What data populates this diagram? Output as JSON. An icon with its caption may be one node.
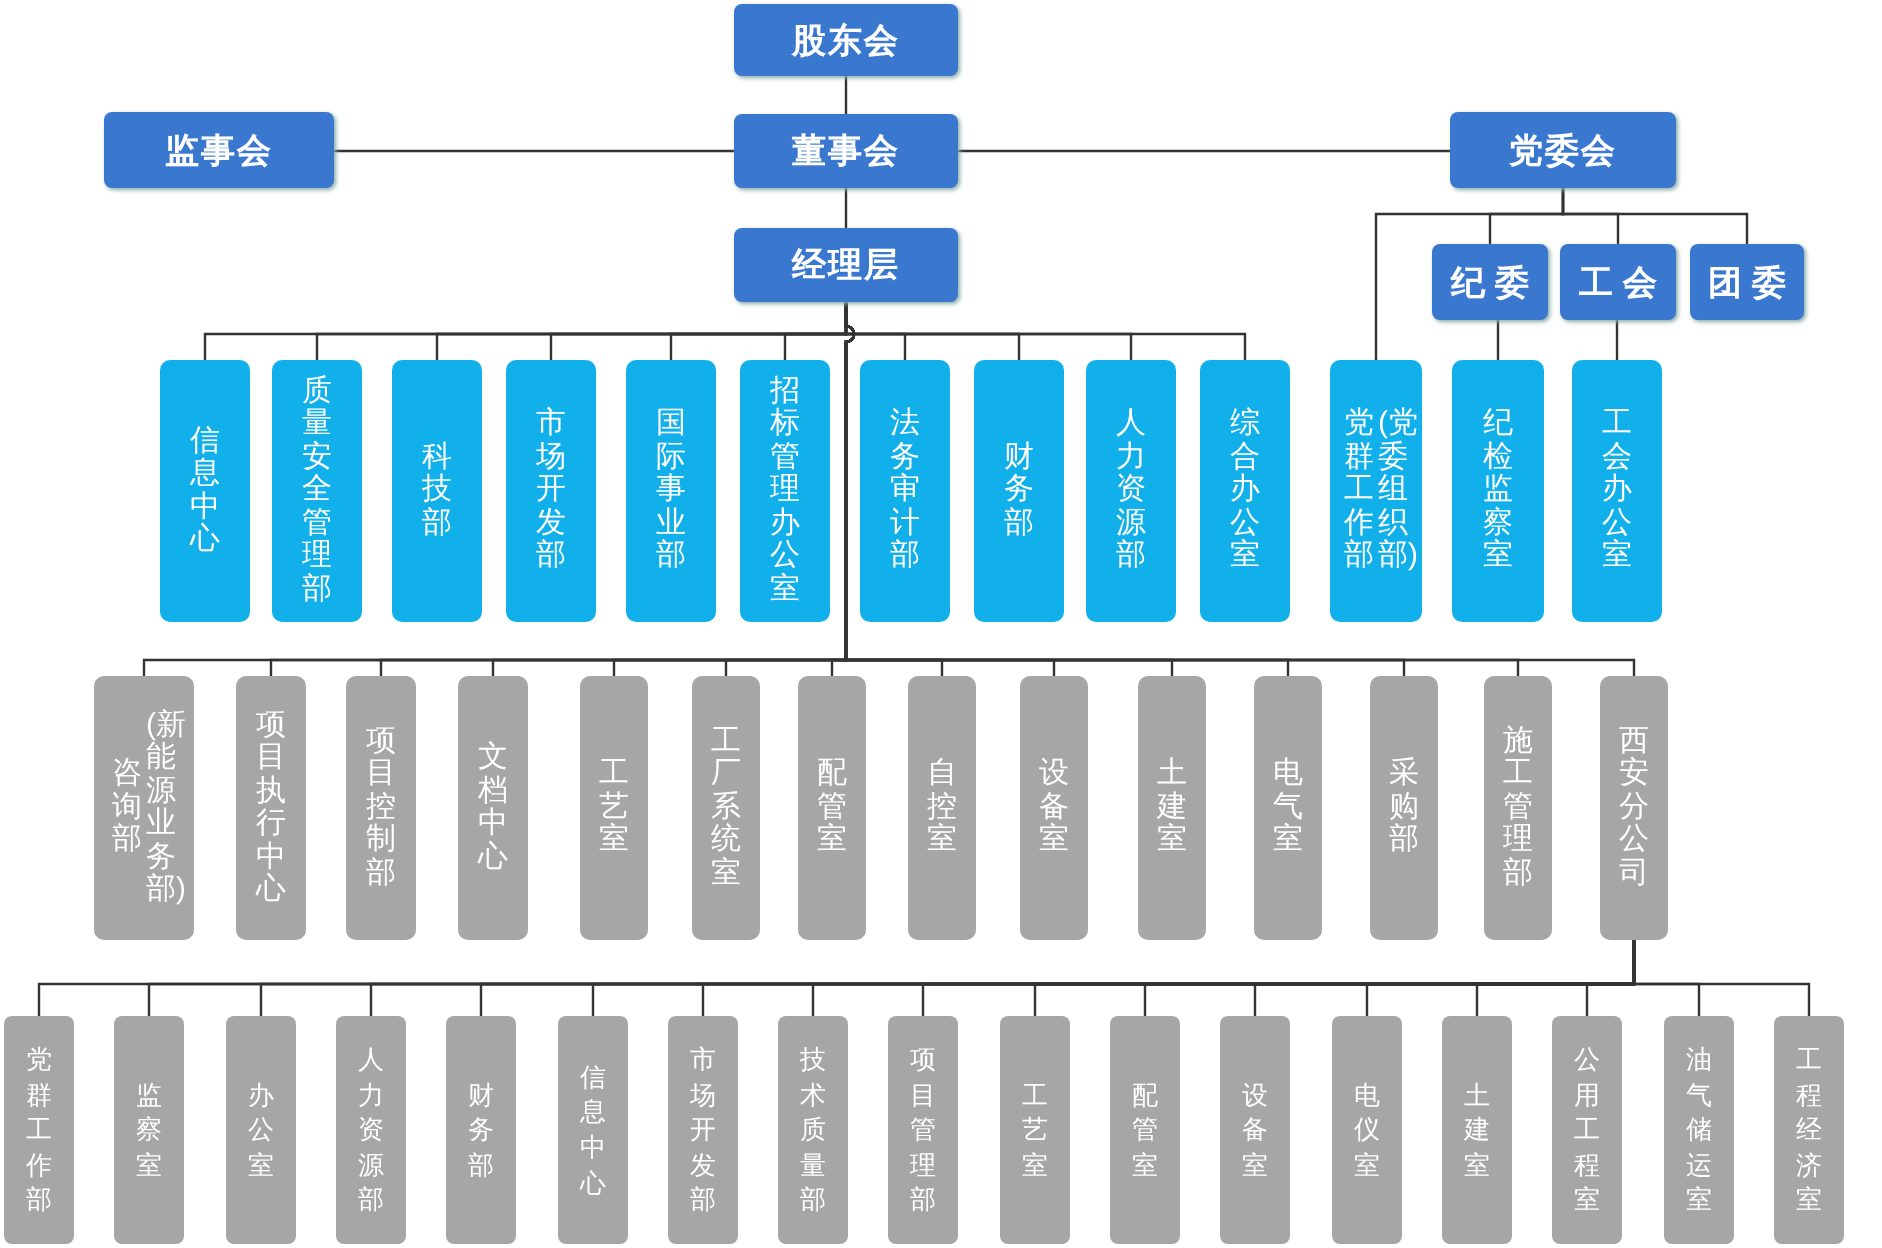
{
  "diagram": {
    "nodes": [
      {
        "text": [
          "股东会"
        ]
      },
      {
        "text": [
          "监事会"
        ]
      },
      {
        "text": [
          "董事会"
        ]
      },
      {
        "text": [
          "党委会"
        ]
      },
      {
        "text": [
          "经理层"
        ]
      },
      {
        "text": [
          "纪委"
        ]
      },
      {
        "text": [
          "工会"
        ]
      },
      {
        "text": [
          "团委"
        ]
      },
      {
        "text": [
          "信息中心"
        ]
      },
      {
        "text": [
          "质量安全管理部"
        ]
      },
      {
        "text": [
          "科技部"
        ]
      },
      {
        "text": [
          "市场开发部"
        ]
      },
      {
        "text": [
          "国际事业部"
        ]
      },
      {
        "text": [
          "招标管理办公室"
        ]
      },
      {
        "text": [
          "法务审计部"
        ]
      },
      {
        "text": [
          "财务部"
        ]
      },
      {
        "text": [
          "人力资源部"
        ]
      },
      {
        "text": [
          "综合办公室"
        ]
      },
      {
        "text": [
          "党群工作部",
          "(党委组织部)"
        ]
      },
      {
        "text": [
          "纪检监察室"
        ]
      },
      {
        "text": [
          "工会办公室"
        ]
      },
      {
        "text": [
          "咨询部",
          "(新能源业务部)"
        ]
      },
      {
        "text": [
          "项目执行中心"
        ]
      },
      {
        "text": [
          "项目控制部"
        ]
      },
      {
        "text": [
          "文档中心"
        ]
      },
      {
        "text": [
          "工艺室"
        ]
      },
      {
        "text": [
          "工厂系统室"
        ]
      },
      {
        "text": [
          "配管室"
        ]
      },
      {
        "text": [
          "自控室"
        ]
      },
      {
        "text": [
          "设备室"
        ]
      },
      {
        "text": [
          "土建室"
        ]
      },
      {
        "text": [
          "电气室"
        ]
      },
      {
        "text": [
          "采购部"
        ]
      },
      {
        "text": [
          "施工管理部"
        ]
      },
      {
        "text": [
          "西安分公司"
        ]
      },
      {
        "text": [
          "党群工作部"
        ]
      },
      {
        "text": [
          "监察室"
        ]
      },
      {
        "text": [
          "办公室"
        ]
      },
      {
        "text": [
          "人力资源部"
        ]
      },
      {
        "text": [
          "财务部"
        ]
      },
      {
        "text": [
          "信息中心"
        ]
      },
      {
        "text": [
          "市场开发部"
        ]
      },
      {
        "text": [
          "技术质量部"
        ]
      },
      {
        "text": [
          "项目管理部"
        ]
      },
      {
        "text": [
          "工艺室"
        ]
      },
      {
        "text": [
          "配管室"
        ]
      },
      {
        "text": [
          "设备室"
        ]
      },
      {
        "text": [
          "电仪室"
        ]
      },
      {
        "text": [
          "土建室"
        ]
      },
      {
        "text": [
          "公用工程室"
        ]
      },
      {
        "text": [
          "油气储运室"
        ]
      },
      {
        "text": [
          "工程经济室"
        ]
      }
    ],
    "edges": [
      {
        "from": 0,
        "to": 2,
        "arrow": "none"
      },
      {
        "from": 2,
        "to": 1,
        "arrow": "none"
      },
      {
        "from": 2,
        "to": 3,
        "arrow": "none"
      },
      {
        "from": 2,
        "to": 4,
        "arrow": "none"
      },
      {
        "from": 3,
        "to": 18,
        "arrow": "none"
      },
      {
        "from": 3,
        "to": 5,
        "arrow": "none"
      },
      {
        "from": 3,
        "to": 6,
        "arrow": "none"
      },
      {
        "from": 3,
        "to": 7,
        "arrow": "none"
      },
      {
        "from": 5,
        "to": 19,
        "arrow": "none"
      },
      {
        "from": 6,
        "to": 20,
        "arrow": "none"
      },
      {
        "from": 4,
        "to": 8,
        "arrow": "none"
      },
      {
        "from": 4,
        "to": 9,
        "arrow": "none"
      },
      {
        "from": 4,
        "to": 10,
        "arrow": "none"
      },
      {
        "from": 4,
        "to": 11,
        "arrow": "none"
      },
      {
        "from": 4,
        "to": 12,
        "arrow": "none"
      },
      {
        "from": 4,
        "to": 13,
        "arrow": "none"
      },
      {
        "from": 4,
        "to": 14,
        "arrow": "none"
      },
      {
        "from": 4,
        "to": 15,
        "arrow": "none"
      },
      {
        "from": 4,
        "to": 16,
        "arrow": "none"
      },
      {
        "from": 4,
        "to": 17,
        "arrow": "none"
      },
      {
        "from": 4,
        "to": 21,
        "arrow": "none"
      },
      {
        "from": 4,
        "to": 22,
        "arrow": "none"
      },
      {
        "from": 4,
        "to": 23,
        "arrow": "none"
      },
      {
        "from": 4,
        "to": 24,
        "arrow": "none"
      },
      {
        "from": 4,
        "to": 25,
        "arrow": "none"
      },
      {
        "from": 4,
        "to": 26,
        "arrow": "none"
      },
      {
        "from": 4,
        "to": 27,
        "arrow": "none"
      },
      {
        "from": 4,
        "to": 28,
        "arrow": "none"
      },
      {
        "from": 4,
        "to": 29,
        "arrow": "none"
      },
      {
        "from": 4,
        "to": 30,
        "arrow": "none"
      },
      {
        "from": 4,
        "to": 31,
        "arrow": "none"
      },
      {
        "from": 4,
        "to": 32,
        "arrow": "none"
      },
      {
        "from": 4,
        "to": 33,
        "arrow": "none"
      },
      {
        "from": 4,
        "to": 34,
        "arrow": "none"
      },
      {
        "from": 34,
        "to": 35,
        "arrow": "none"
      },
      {
        "from": 34,
        "to": 36,
        "arrow": "none"
      },
      {
        "from": 34,
        "to": 37,
        "arrow": "none"
      },
      {
        "from": 34,
        "to": 38,
        "arrow": "none"
      },
      {
        "from": 34,
        "to": 39,
        "arrow": "none"
      },
      {
        "from": 34,
        "to": 40,
        "arrow": "none"
      },
      {
        "from": 34,
        "to": 41,
        "arrow": "none"
      },
      {
        "from": 34,
        "to": 42,
        "arrow": "none"
      },
      {
        "from": 34,
        "to": 43,
        "arrow": "none"
      },
      {
        "from": 34,
        "to": 44,
        "arrow": "none"
      },
      {
        "from": 34,
        "to": 45,
        "arrow": "none"
      },
      {
        "from": 34,
        "to": 46,
        "arrow": "none"
      },
      {
        "from": 34,
        "to": 47,
        "arrow": "none"
      },
      {
        "from": 34,
        "to": 48,
        "arrow": "none"
      },
      {
        "from": 34,
        "to": 49,
        "arrow": "none"
      },
      {
        "from": 34,
        "to": 50,
        "arrow": "none"
      },
      {
        "from": 34,
        "to": 51,
        "arrow": "none"
      }
    ]
  }
}
